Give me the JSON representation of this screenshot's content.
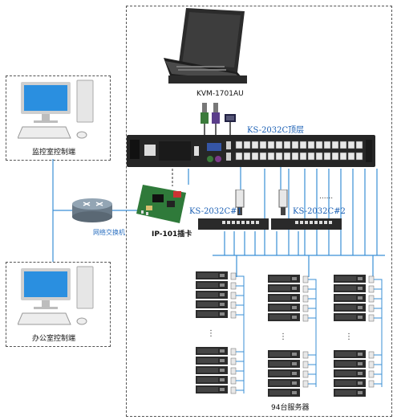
{
  "labels": {
    "kvm_console": "KVM-1701AU",
    "ks_main": "KS-2032C顶层",
    "ks_sub1": "KS-2032C#1",
    "ks_sub2": "KS-2032C#2",
    "ip_card": "IP-101插卡",
    "network_switch": "网络交换机",
    "monitor_console": "监控室控制端",
    "office_console": "办公室控制端",
    "servers": "94台服务器",
    "ellipsis": "......"
  },
  "colors": {
    "line_blue": "#3a8fd6",
    "label_blue": "#1a5fb4",
    "dashed_border": "#555555"
  }
}
